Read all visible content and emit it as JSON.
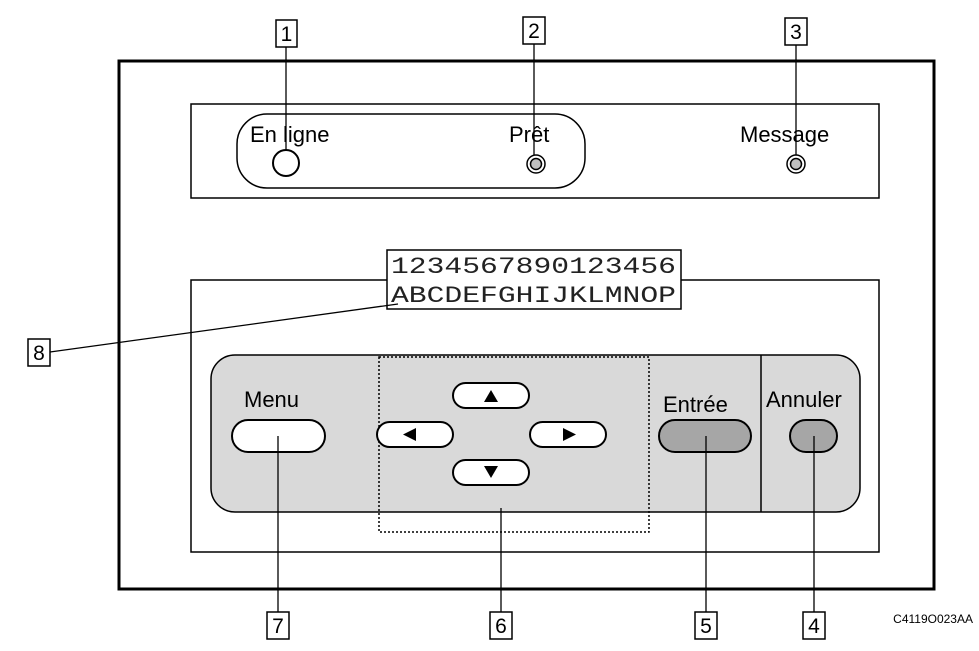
{
  "indicators": {
    "online": "En ligne",
    "ready": "Prêt",
    "message": "Message"
  },
  "display": {
    "line1": "1234567890123456",
    "line2": "ABCDEFGHIJKLMNOP"
  },
  "buttons": {
    "menu": "Menu",
    "enter": "Entrée",
    "cancel": "Annuler"
  },
  "callouts": {
    "c1": "1",
    "c2": "2",
    "c3": "3",
    "c4": "4",
    "c5": "5",
    "c6": "6",
    "c7": "7",
    "c8": "8"
  },
  "figure_ref": "C4119O023AA",
  "colors": {
    "button_panel": "#d9d9d9",
    "enter_button": "#a6a6a6",
    "led_fill": "#bfbfbf"
  }
}
